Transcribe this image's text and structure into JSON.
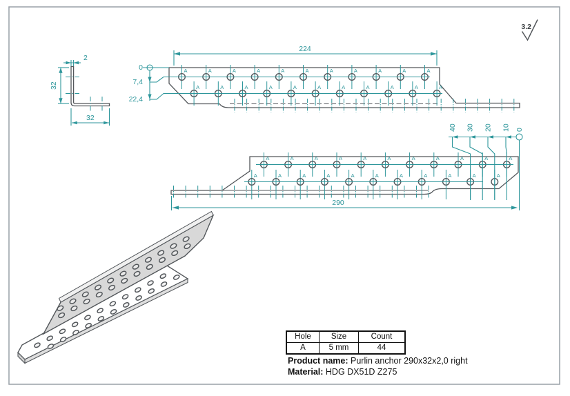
{
  "surface_finish": {
    "roughness": "3.2"
  },
  "section_view": {
    "dims": {
      "thickness": "2",
      "height": "32",
      "width": "32"
    }
  },
  "top_view": {
    "dim_length": "224",
    "ordinates": [
      "0",
      "7,4",
      "22,4"
    ],
    "hole_label": "A",
    "rows": 2,
    "holes_per_row": 11
  },
  "front_view": {
    "dim_length": "290",
    "ordinates": [
      "40",
      "30",
      "20",
      "10",
      "0"
    ],
    "hole_label": "A",
    "rows": 2,
    "holes_per_row": 11
  },
  "hole_table": {
    "headers": [
      "Hole",
      "Size",
      "Count"
    ],
    "row": {
      "hole": "A",
      "size": "5 mm",
      "count": "44"
    }
  },
  "product": {
    "name_label": "Product name:",
    "name_value": "Purlin anchor 290x32x2,0 right",
    "material_label": "Material:",
    "material_value": "HDG DX51D Z275"
  },
  "colors": {
    "teal": "#2d969b",
    "line": "#53575b"
  }
}
